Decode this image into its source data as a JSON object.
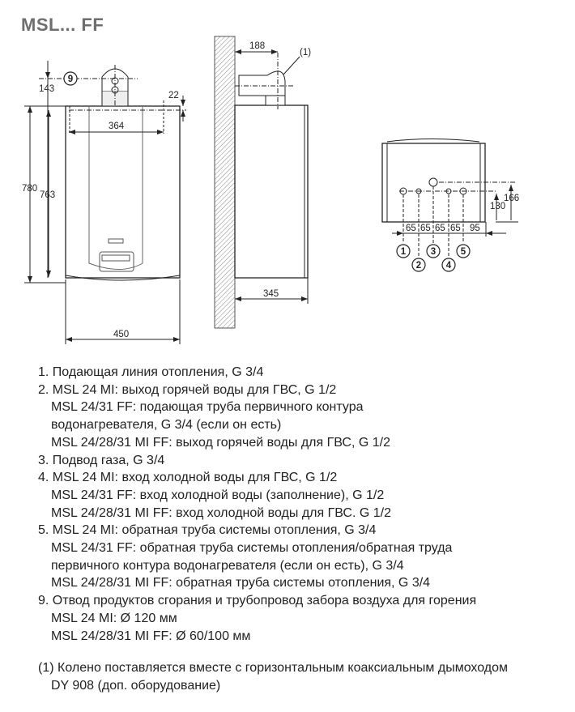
{
  "title": "MSL... FF",
  "drawing": {
    "front": {
      "dim_143": "143",
      "callout_9": "9",
      "dim_22": "22",
      "dim_364": "364",
      "dim_780": "780",
      "dim_763": "763",
      "dim_450": "450"
    },
    "side": {
      "dim_188": "188",
      "callout_1": "(1)",
      "dim_345": "345"
    },
    "bottom": {
      "dims": [
        "65",
        "65",
        "65",
        "65",
        "95"
      ],
      "dim_166": "166",
      "dim_130": "130",
      "callouts": [
        "1",
        "2",
        "3",
        "4",
        "5"
      ]
    }
  },
  "legend": [
    "1. Подающая линия отопления, G 3/4",
    "2. MSL 24 MI: выход горячей воды для ГВС, G 1/2",
    "MSL 24/31 FF: подающая труба первичного контура",
    "водонагревателя, G 3/4 (если он есть)",
    "MSL 24/28/31 MI FF: выход горячей воды для ГВС, G 1/2",
    "3. Подвод газа, G 3/4",
    "4. MSL 24 MI: вход холодной воды для ГВС, G 1/2",
    "MSL 24/31 FF: вход холодной воды (заполнение), G 1/2",
    "MSL 24/28/31 MI FF: вход холодной воды для ГВС. G 1/2",
    "5. MSL 24 MI: обратная труба системы отопления, G 3/4",
    "MSL 24/31 FF: обратная труба системы отопления/обратная труда",
    "первичного контура водонагревателя (если он есть), G 3/4",
    "MSL 24/28/31 MI FF: обратная труба системы отопления, G 3/4",
    "9. Отвод продуктов сгорания и трубопровод забора воздуха для горения",
    "MSL 24 MI: Ø 120 мм",
    "MSL 24/28/31 MI FF: Ø 60/100 мм"
  ],
  "footnote": [
    "(1) Колено поставляется вместе с горизонтальным коаксиальным дымоходом",
    "DY 908 (доп. оборудование)"
  ]
}
